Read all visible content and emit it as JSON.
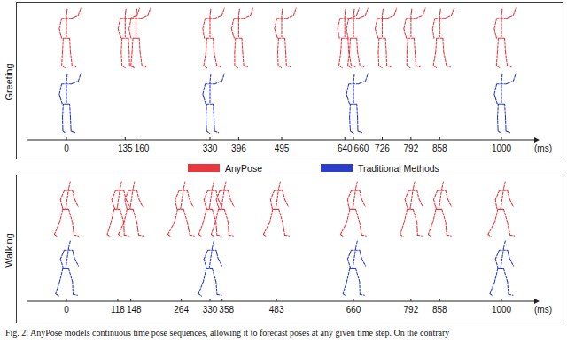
{
  "diagram": {
    "caption": "Fig. 2: AnyPose models continuous time pose sequences, allowing it to forecast poses at any given time step. On the contrary",
    "nodes": [
      {
        "text": [
          "Greeting"
        ]
      },
      {
        "text": [
          "Walking"
        ]
      }
    ],
    "labels": [
      "0",
      "135",
      "160",
      "330",
      "396",
      "495",
      "640",
      "660",
      "726",
      "792",
      "858",
      "1000",
      "(ms)",
      "0",
      "118",
      "148",
      "264",
      "330",
      "358",
      "483",
      "660",
      "792",
      "858",
      "1000",
      "(ms)"
    ],
    "legend": [
      {
        "text": "AnyPose",
        "color": "#e8383d"
      },
      {
        "text": "Traditional Methods",
        "color": "#2b3fcc"
      }
    ]
  }
}
